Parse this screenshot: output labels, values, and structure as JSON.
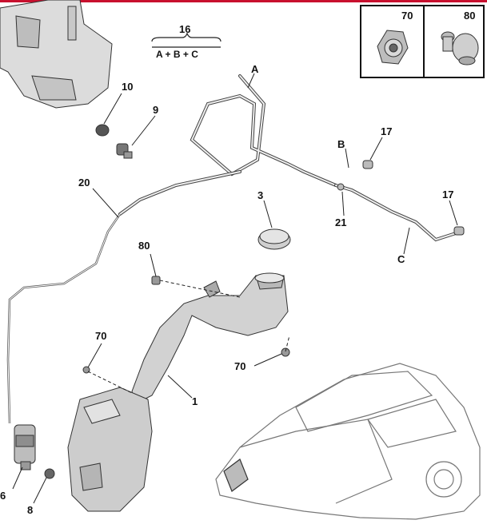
{
  "group": {
    "number": "16",
    "formula": "A + B + C"
  },
  "kit": {
    "left_ref": "70",
    "right_ref": "80"
  },
  "callouts": {
    "c10": "10",
    "c9": "9",
    "cA": "A",
    "cB": "B",
    "c17a": "17",
    "c17b": "17",
    "c21": "21",
    "cC": "C",
    "c20": "20",
    "c3": "3",
    "c80": "80",
    "c70a": "70",
    "c70b": "70",
    "c1": "1",
    "c6": "6",
    "c8": "8"
  },
  "colors": {
    "line": "#222222",
    "part_fill": "#d6d6d6",
    "part_dark": "#9a9a9a",
    "header_bar": "#c8102e"
  }
}
